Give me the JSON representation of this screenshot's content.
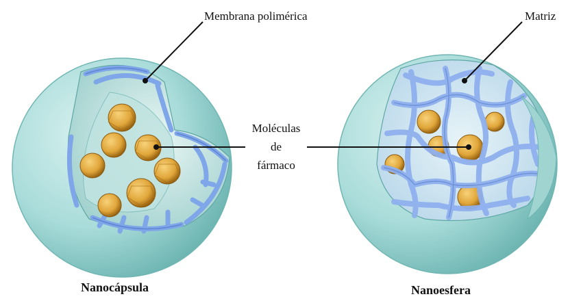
{
  "labels": {
    "membrane": "Membrana polimérica",
    "matrix": "Matriz",
    "drug_line1": "Moléculas",
    "drug_line2": "de",
    "drug_line3": "fármaco"
  },
  "captions": {
    "left": "Nanocápsula",
    "right": "Nanoesfera"
  },
  "colors": {
    "shell": "#a9dcda",
    "shell_edge": "#6fb6b3",
    "polymer": "#7fa6e8",
    "polymer_dark": "#4f77c9",
    "drug": "#e0a63a",
    "drug_dark": "#9a6512",
    "line": "#111111"
  }
}
